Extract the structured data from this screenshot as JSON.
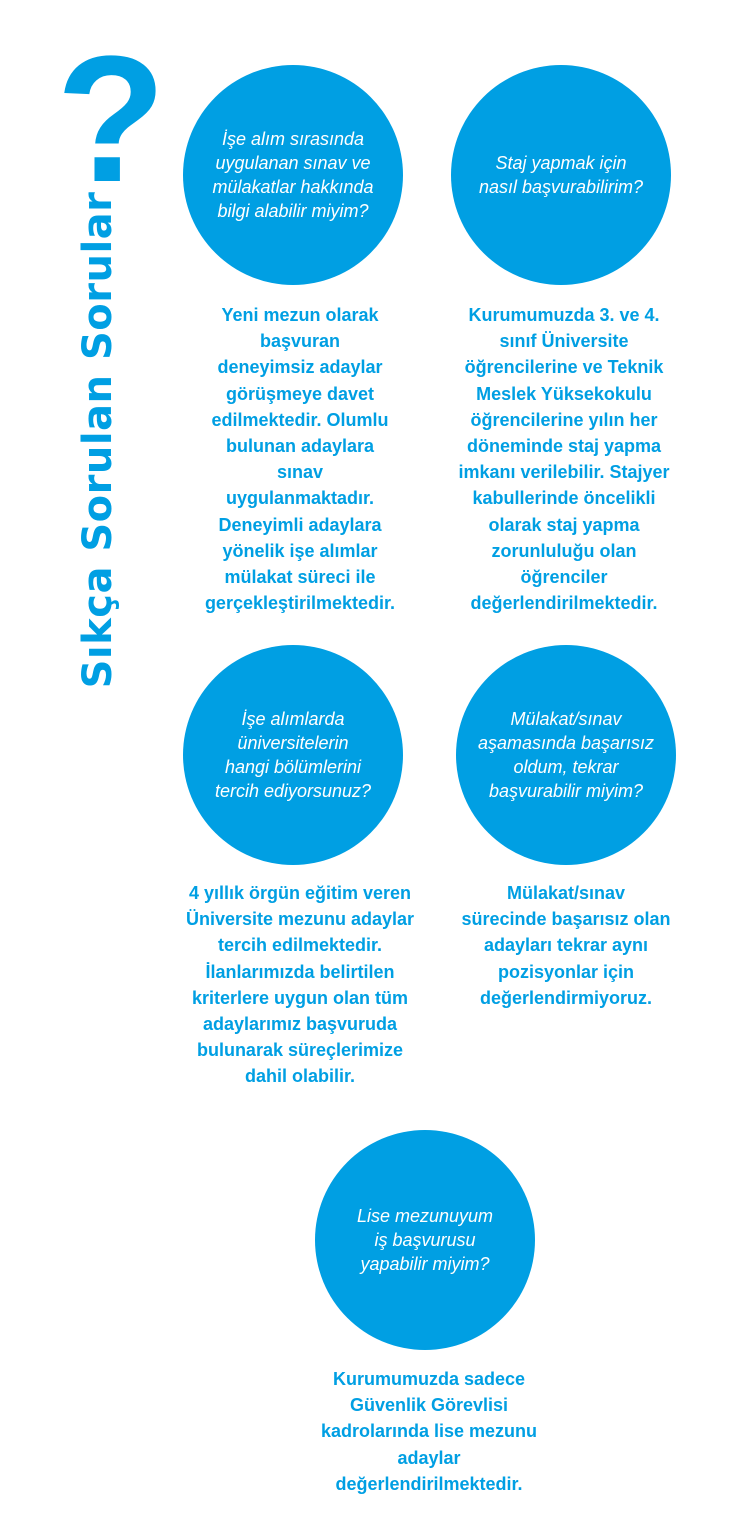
{
  "title": "Sıkça Sorulan Sorular",
  "question_mark": "?",
  "accent": "#009fe3",
  "faq": [
    {
      "question": "İşe alım sırasında\nuygulanan sınav ve\nmülakatlar hakkında\nbilgi alabilir miyim?",
      "answer": "Yeni mezun olarak\nbaşvuran\ndeneyimsiz adaylar\ngörüşmeye davet\nedilmektedir. Olumlu\nbulunan adaylara\nsınav\nuygulanmaktadır.\nDeneyimli adaylara\nyönelik işe alımlar\nmülakat süreci ile\ngerçekleştirilmektedir."
    },
    {
      "question": "Staj yapmak için\nnasıl başvurabilirim?",
      "answer": "Kurumumuzda 3. ve 4.\nsınıf Üniversite\nöğrencilerine ve Teknik\nMeslek Yüksekokulu\nöğrencilerine yılın her\ndöneminde staj yapma\nimkanı verilebilir. Stajyer\nkabullerinde öncelikli\nolarak staj yapma\nzorunluluğu olan\nöğrenciler\ndeğerlendirilmektedir."
    },
    {
      "question": "İşe alımlarda\nüniversitelerin\nhangi bölümlerini\ntercih ediyorsunuz?",
      "answer": "4 yıllık örgün eğitim veren\nÜniversite mezunu adaylar\ntercih edilmektedir.\nİlanlarımızda belirtilen\nkriterlere uygun olan tüm\nadaylarımız başvuruda\nbulunarak süreçlerimize\ndahil olabilir."
    },
    {
      "question": "Mülakat/sınav\naşamasında başarısız\noldum, tekrar\nbaşvurabilir miyim?",
      "answer": "Mülakat/sınav\nsürecinde başarısız olan\nadayları tekrar aynı\npozisyonlar için\ndeğerlendirmiyoruz."
    },
    {
      "question": "Lise mezunuyum\niş başvurusu\nyapabilir miyim?",
      "answer": "Kurumumuzda sadece\nGüvenlik Görevlisi\nkadrolarında lise mezunu\nadaylar\ndeğerlendirilmektedir."
    }
  ]
}
